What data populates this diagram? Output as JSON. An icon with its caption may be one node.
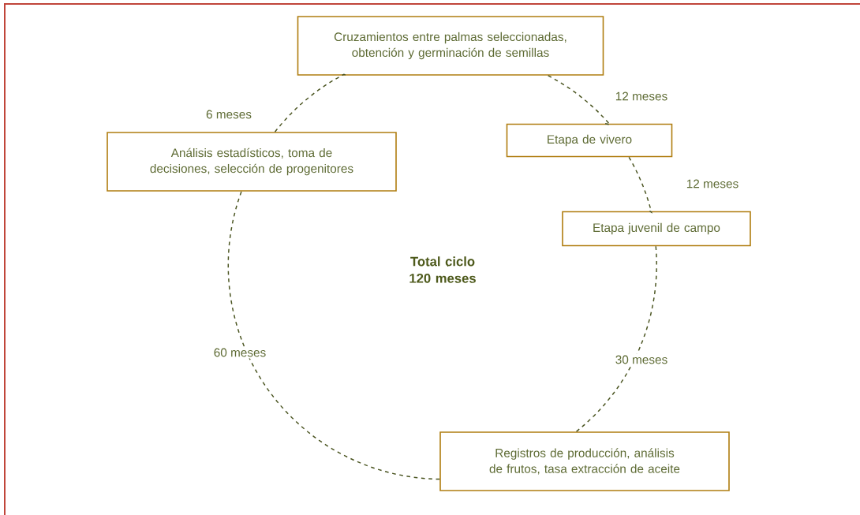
{
  "diagram": {
    "nodes": [
      {
        "text": [
          "Cruzamientos entre palmas seleccionadas, obtención y germinación de semillas"
        ]
      },
      {
        "text": [
          "Etapa de vivero"
        ]
      },
      {
        "text": [
          "Etapa juvenil de campo"
        ]
      },
      {
        "text": [
          "Registros de producción, análisis de frutos, tasa extracción de aceite"
        ]
      },
      {
        "text": [
          "Análisis estadísticos, toma de decisiones, selección de progenitores"
        ]
      }
    ],
    "edges": [
      {
        "from": 0,
        "to": 1,
        "arrow": "none",
        "style": "dashed",
        "label": "12 meses"
      },
      {
        "from": 1,
        "to": 2,
        "arrow": "none",
        "style": "dashed",
        "label": "12 meses"
      },
      {
        "from": 2,
        "to": 3,
        "arrow": "none",
        "style": "dashed",
        "label": "30 meses"
      },
      {
        "from": 3,
        "to": 4,
        "arrow": "none",
        "style": "dashed",
        "label": "60 meses"
      },
      {
        "from": 4,
        "to": 0,
        "arrow": "none",
        "style": "dashed",
        "label": "6 meses"
      }
    ],
    "labels": [
      "Total ciclo 120 meses"
    ]
  }
}
